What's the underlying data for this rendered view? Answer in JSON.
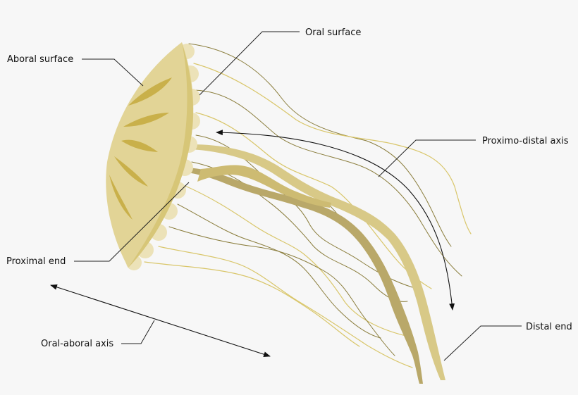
{
  "labels": {
    "aboral_surface": "Aboral surface",
    "oral_surface": "Oral surface",
    "proximo_distal_axis": "Proximo-distal axis",
    "proximal_end": "Proximal end",
    "oral_aboral_axis": "Oral-aboral axis",
    "distal_end": "Distal end"
  },
  "colors": {
    "background": "#f7f7f7",
    "bell": "#e2d496",
    "bell_shade": "#cdb95f",
    "bell_lobes": "#ece2b8",
    "gonads": "#c9b04a",
    "tentacle_dark": "#8a7d3c",
    "tentacle_light": "#d9c66a",
    "oral_arm": "#d8c987",
    "oral_arm_dark": "#b9a869",
    "leader_line": "#222222"
  }
}
